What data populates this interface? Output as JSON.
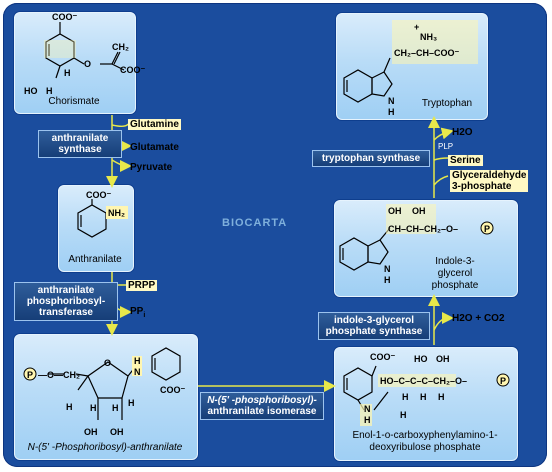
{
  "nodes": {
    "chorismate": "Chorismate",
    "anthranilate": "Anthranilate",
    "prpp_anthranilate": "N-(5' -Phosphoribosyl)-anthranilate",
    "enol": "Enol-1-o-carboxyphenylamino-1-",
    "enol2": "deoxyribulose phosphate",
    "indole_glycerol": "Indole-3-",
    "indole_glycerol2": "glycerol",
    "indole_glycerol3": "phosphate",
    "tryptophan": "Tryptophan"
  },
  "enzymes": {
    "anthranilate_synthase_1": "anthranilate",
    "anthranilate_synthase_2": "synthase",
    "aprt_1": "anthranilate",
    "aprt_2": "phosphoribosyl-",
    "aprt_3": "transferase",
    "isomerase_1": "N-(5' -phosphoribosyl)-",
    "isomerase_2": "anthranilate isomerase",
    "igps_1": "indole-3-glycerol",
    "igps_2": "phosphate synthase",
    "trp_synthase": "tryptophan synthase"
  },
  "metabolites": {
    "glutamine": "Glutamine",
    "glutamate": "Glutamate",
    "pyruvate": "Pyruvate",
    "prpp": "PRPP",
    "ppi": "PP",
    "ppi_sub": "i",
    "h2o_co2": "H2O + CO2",
    "h2o": "H2O",
    "plp": "PLP",
    "serine": "Serine",
    "g3p_1": "Glyceraldehyde",
    "g3p_2": "3-phosphate"
  },
  "watermark": "BIOCARTA",
  "colors": {
    "frame": "#1b4d9e",
    "arrow": "#e8e84a",
    "box": "#b9dcf7",
    "highlight": "#fff6b0"
  }
}
